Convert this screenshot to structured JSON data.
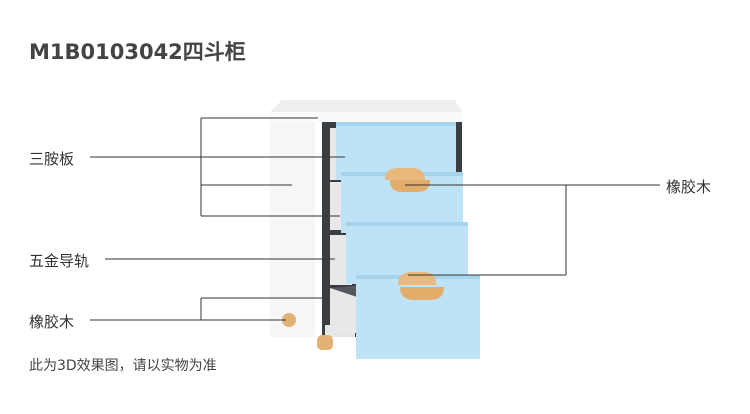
{
  "title": "M1B0103042四斗柜",
  "labels": {
    "panel": "三胺板",
    "rail": "五金导轨",
    "rubberwood_left": "橡胶木",
    "rubberwood_right": "橡胶木"
  },
  "note": "此为3D效果图，请以实物为准",
  "colors": {
    "drawer": "#bfe3f6",
    "body": "#f7f7f7",
    "wood": "#e8b97a",
    "line": "#333333"
  }
}
